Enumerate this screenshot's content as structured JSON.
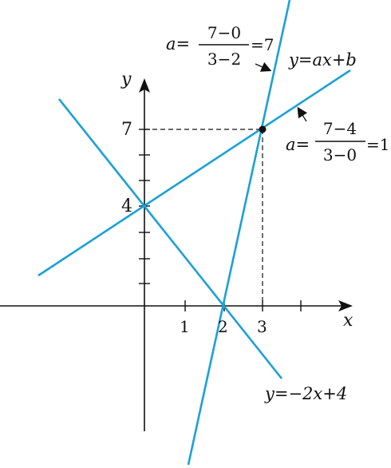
{
  "axes": {
    "x_label": "x",
    "y_label": "y",
    "x_ticks": [
      "1",
      "2",
      "3"
    ],
    "y_ticks": [
      "4",
      "7"
    ]
  },
  "lines": {
    "steep": {
      "equation": "y=ax+b",
      "slope_note": {
        "prefix": "a=",
        "numerator": "7−0",
        "denominator": "3−2",
        "result": "=7"
      }
    },
    "rising": {
      "slope_note": {
        "prefix": "a=",
        "numerator": "7−4",
        "denominator": "3−0",
        "result": "=1"
      }
    },
    "falling": {
      "equation": "y=−2x+4"
    }
  },
  "colors": {
    "line": "#1ba0d8",
    "ink": "#111111"
  }
}
